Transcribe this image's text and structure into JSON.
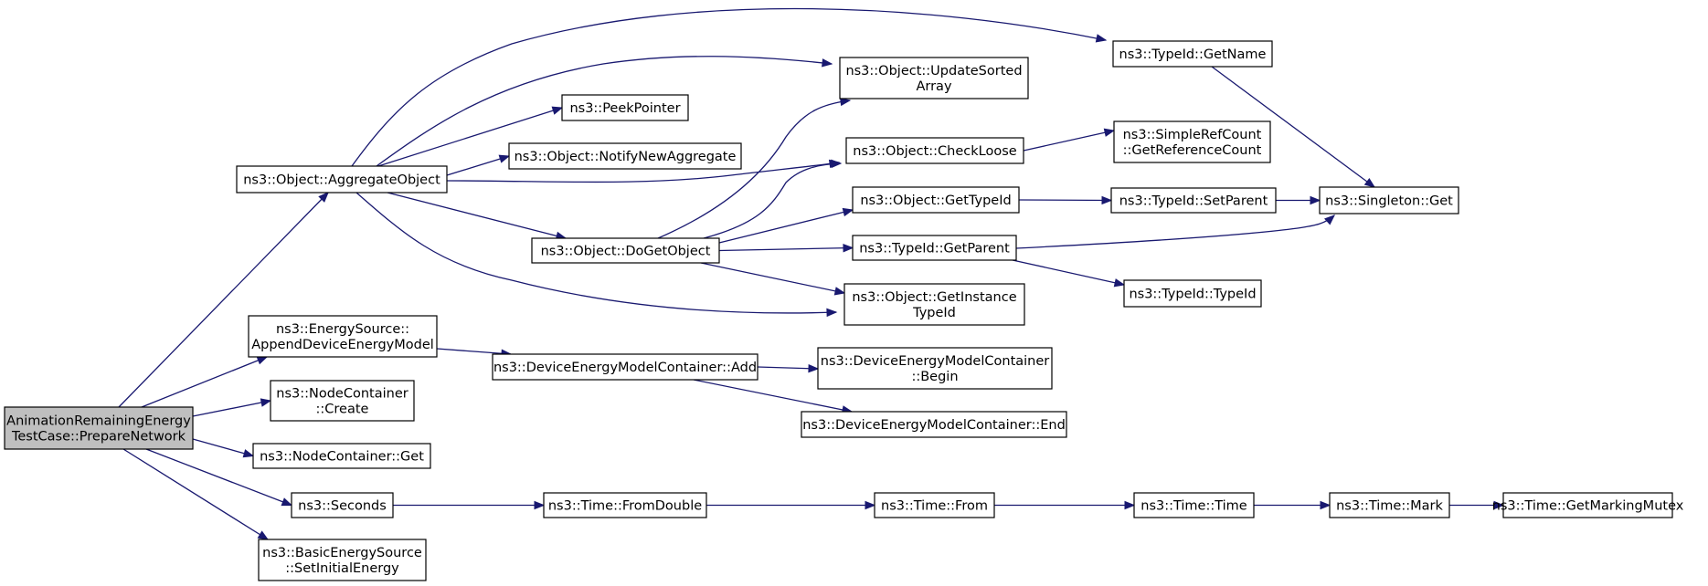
{
  "diagram": {
    "type": "call-graph",
    "nodes": [
      {
        "id": "root",
        "lines": [
          "AnimationRemainingEnergy",
          "TestCase::PrepareNetwork"
        ],
        "root": true
      },
      {
        "id": "aggregate",
        "lines": [
          "ns3::Object::AggregateObject"
        ]
      },
      {
        "id": "appendDev",
        "lines": [
          "ns3::EnergySource::",
          "AppendDeviceEnergyModel"
        ]
      },
      {
        "id": "ncCreate",
        "lines": [
          "ns3::NodeContainer",
          "::Create"
        ]
      },
      {
        "id": "ncGet",
        "lines": [
          "ns3::NodeContainer::Get"
        ]
      },
      {
        "id": "seconds",
        "lines": [
          "ns3::Seconds"
        ]
      },
      {
        "id": "setInit",
        "lines": [
          "ns3::BasicEnergySource",
          "::SetInitialEnergy"
        ]
      },
      {
        "id": "peek",
        "lines": [
          "ns3::PeekPointer"
        ]
      },
      {
        "id": "notify",
        "lines": [
          "ns3::Object::NotifyNewAggregate"
        ]
      },
      {
        "id": "doGet",
        "lines": [
          "ns3::Object::DoGetObject"
        ]
      },
      {
        "id": "demcAdd",
        "lines": [
          "ns3::DeviceEnergyModelContainer::Add"
        ]
      },
      {
        "id": "fromDouble",
        "lines": [
          "ns3::Time::FromDouble"
        ]
      },
      {
        "id": "updSorted",
        "lines": [
          "ns3::Object::UpdateSorted",
          "Array"
        ]
      },
      {
        "id": "checkLoose",
        "lines": [
          "ns3::Object::CheckLoose"
        ]
      },
      {
        "id": "getTypeId",
        "lines": [
          "ns3::Object::GetTypeId"
        ]
      },
      {
        "id": "getParent",
        "lines": [
          "ns3::TypeId::GetParent"
        ]
      },
      {
        "id": "getInst",
        "lines": [
          "ns3::Object::GetInstance",
          "TypeId"
        ]
      },
      {
        "id": "demcBegin",
        "lines": [
          "ns3::DeviceEnergyModelContainer",
          "::Begin"
        ]
      },
      {
        "id": "demcEnd",
        "lines": [
          "ns3::DeviceEnergyModelContainer::End"
        ]
      },
      {
        "id": "timeFrom",
        "lines": [
          "ns3::Time::From"
        ]
      },
      {
        "id": "getName",
        "lines": [
          "ns3::TypeId::GetName"
        ]
      },
      {
        "id": "srcGetRef",
        "lines": [
          "ns3::SimpleRefCount",
          "::GetReferenceCount"
        ]
      },
      {
        "id": "setParent",
        "lines": [
          "ns3::TypeId::SetParent"
        ]
      },
      {
        "id": "typeIdCtor",
        "lines": [
          "ns3::TypeId::TypeId"
        ]
      },
      {
        "id": "timeTime",
        "lines": [
          "ns3::Time::Time"
        ]
      },
      {
        "id": "singleton",
        "lines": [
          "ns3::Singleton::Get"
        ]
      },
      {
        "id": "timeMark",
        "lines": [
          "ns3::Time::Mark"
        ]
      },
      {
        "id": "getMutex",
        "lines": [
          "ns3::Time::GetMarkingMutex"
        ]
      }
    ],
    "edges": [
      [
        "root",
        "aggregate"
      ],
      [
        "root",
        "appendDev"
      ],
      [
        "root",
        "ncCreate"
      ],
      [
        "root",
        "ncGet"
      ],
      [
        "root",
        "seconds"
      ],
      [
        "root",
        "setInit"
      ],
      [
        "aggregate",
        "getName"
      ],
      [
        "aggregate",
        "updSorted"
      ],
      [
        "aggregate",
        "peek"
      ],
      [
        "aggregate",
        "notify"
      ],
      [
        "aggregate",
        "checkLoose"
      ],
      [
        "aggregate",
        "doGet"
      ],
      [
        "aggregate",
        "getInst"
      ],
      [
        "appendDev",
        "demcAdd"
      ],
      [
        "demcAdd",
        "demcBegin"
      ],
      [
        "demcAdd",
        "demcEnd"
      ],
      [
        "seconds",
        "fromDouble"
      ],
      [
        "fromDouble",
        "timeFrom"
      ],
      [
        "timeFrom",
        "timeTime"
      ],
      [
        "timeTime",
        "timeMark"
      ],
      [
        "timeMark",
        "getMutex"
      ],
      [
        "doGet",
        "updSorted"
      ],
      [
        "doGet",
        "checkLoose"
      ],
      [
        "doGet",
        "getTypeId"
      ],
      [
        "doGet",
        "getParent"
      ],
      [
        "doGet",
        "getInst"
      ],
      [
        "getName",
        "singleton"
      ],
      [
        "checkLoose",
        "srcGetRef"
      ],
      [
        "getTypeId",
        "setParent"
      ],
      [
        "setParent",
        "singleton"
      ],
      [
        "getParent",
        "singleton"
      ],
      [
        "getParent",
        "typeIdCtor"
      ]
    ]
  }
}
